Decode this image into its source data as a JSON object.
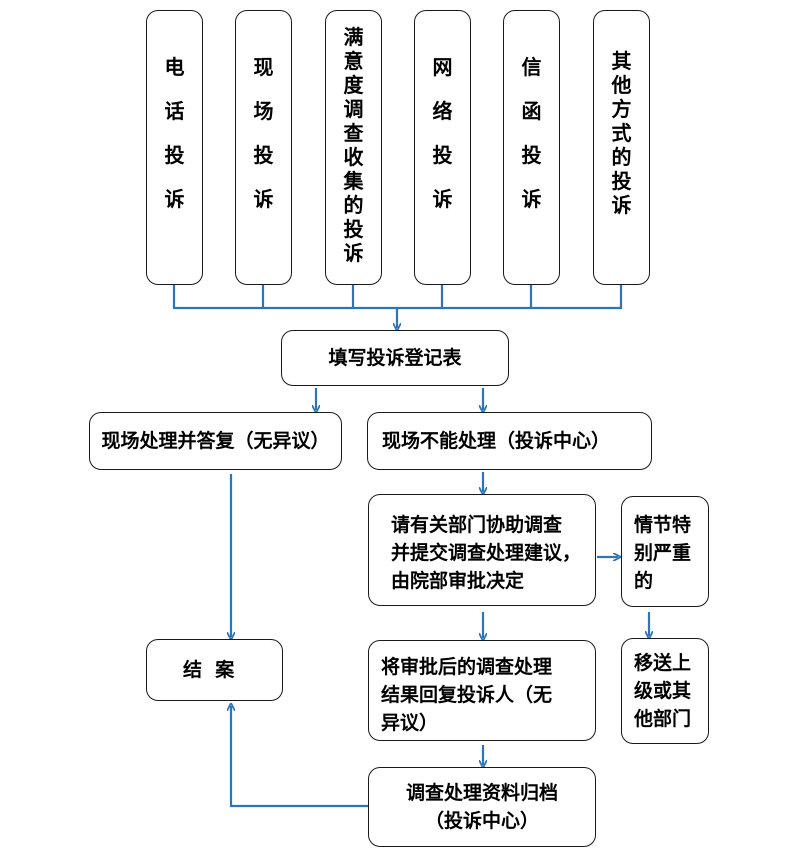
{
  "channels": [
    {
      "id": "phone",
      "chars": [
        "电",
        "话",
        "投",
        "诉"
      ]
    },
    {
      "id": "onsite",
      "chars": [
        "现",
        "场",
        "投",
        "诉"
      ]
    },
    {
      "id": "survey",
      "chars": [
        "满",
        "意",
        "度",
        "调",
        "查",
        "收",
        "集",
        "的",
        "投",
        "诉"
      ]
    },
    {
      "id": "online",
      "chars": [
        "网",
        "络",
        "投",
        "诉"
      ]
    },
    {
      "id": "letter",
      "chars": [
        "信",
        "函",
        "投",
        "诉"
      ]
    },
    {
      "id": "other",
      "chars": [
        "其",
        "他",
        "方",
        "式",
        "的",
        "投",
        "诉"
      ]
    }
  ],
  "steps": {
    "register_form": "填写投诉登记表",
    "onsite_resolve": "现场处理并答复（无异议）",
    "escalate_center": "现场不能处理（投诉中心）",
    "dept_investigate_1": "请有关部门协助调查",
    "dept_investigate_2": "并提交调查处理建议，",
    "dept_investigate_3": "由院部审批决定",
    "serious_1": "情节特",
    "serious_2": "别严重",
    "serious_3": "的",
    "transfer_1": "移送上",
    "transfer_2": "级或其",
    "transfer_3": "他部门",
    "reply_1": "将审批后的调查处理",
    "reply_2": "结果回复投诉人（无",
    "reply_3": "异议）",
    "close_case": "结  案",
    "archive_1": "调查处理资料归档",
    "archive_2": "（投诉中心）"
  },
  "colors": {
    "arrow": "#2e75b6",
    "border": "#1a1a1a"
  }
}
